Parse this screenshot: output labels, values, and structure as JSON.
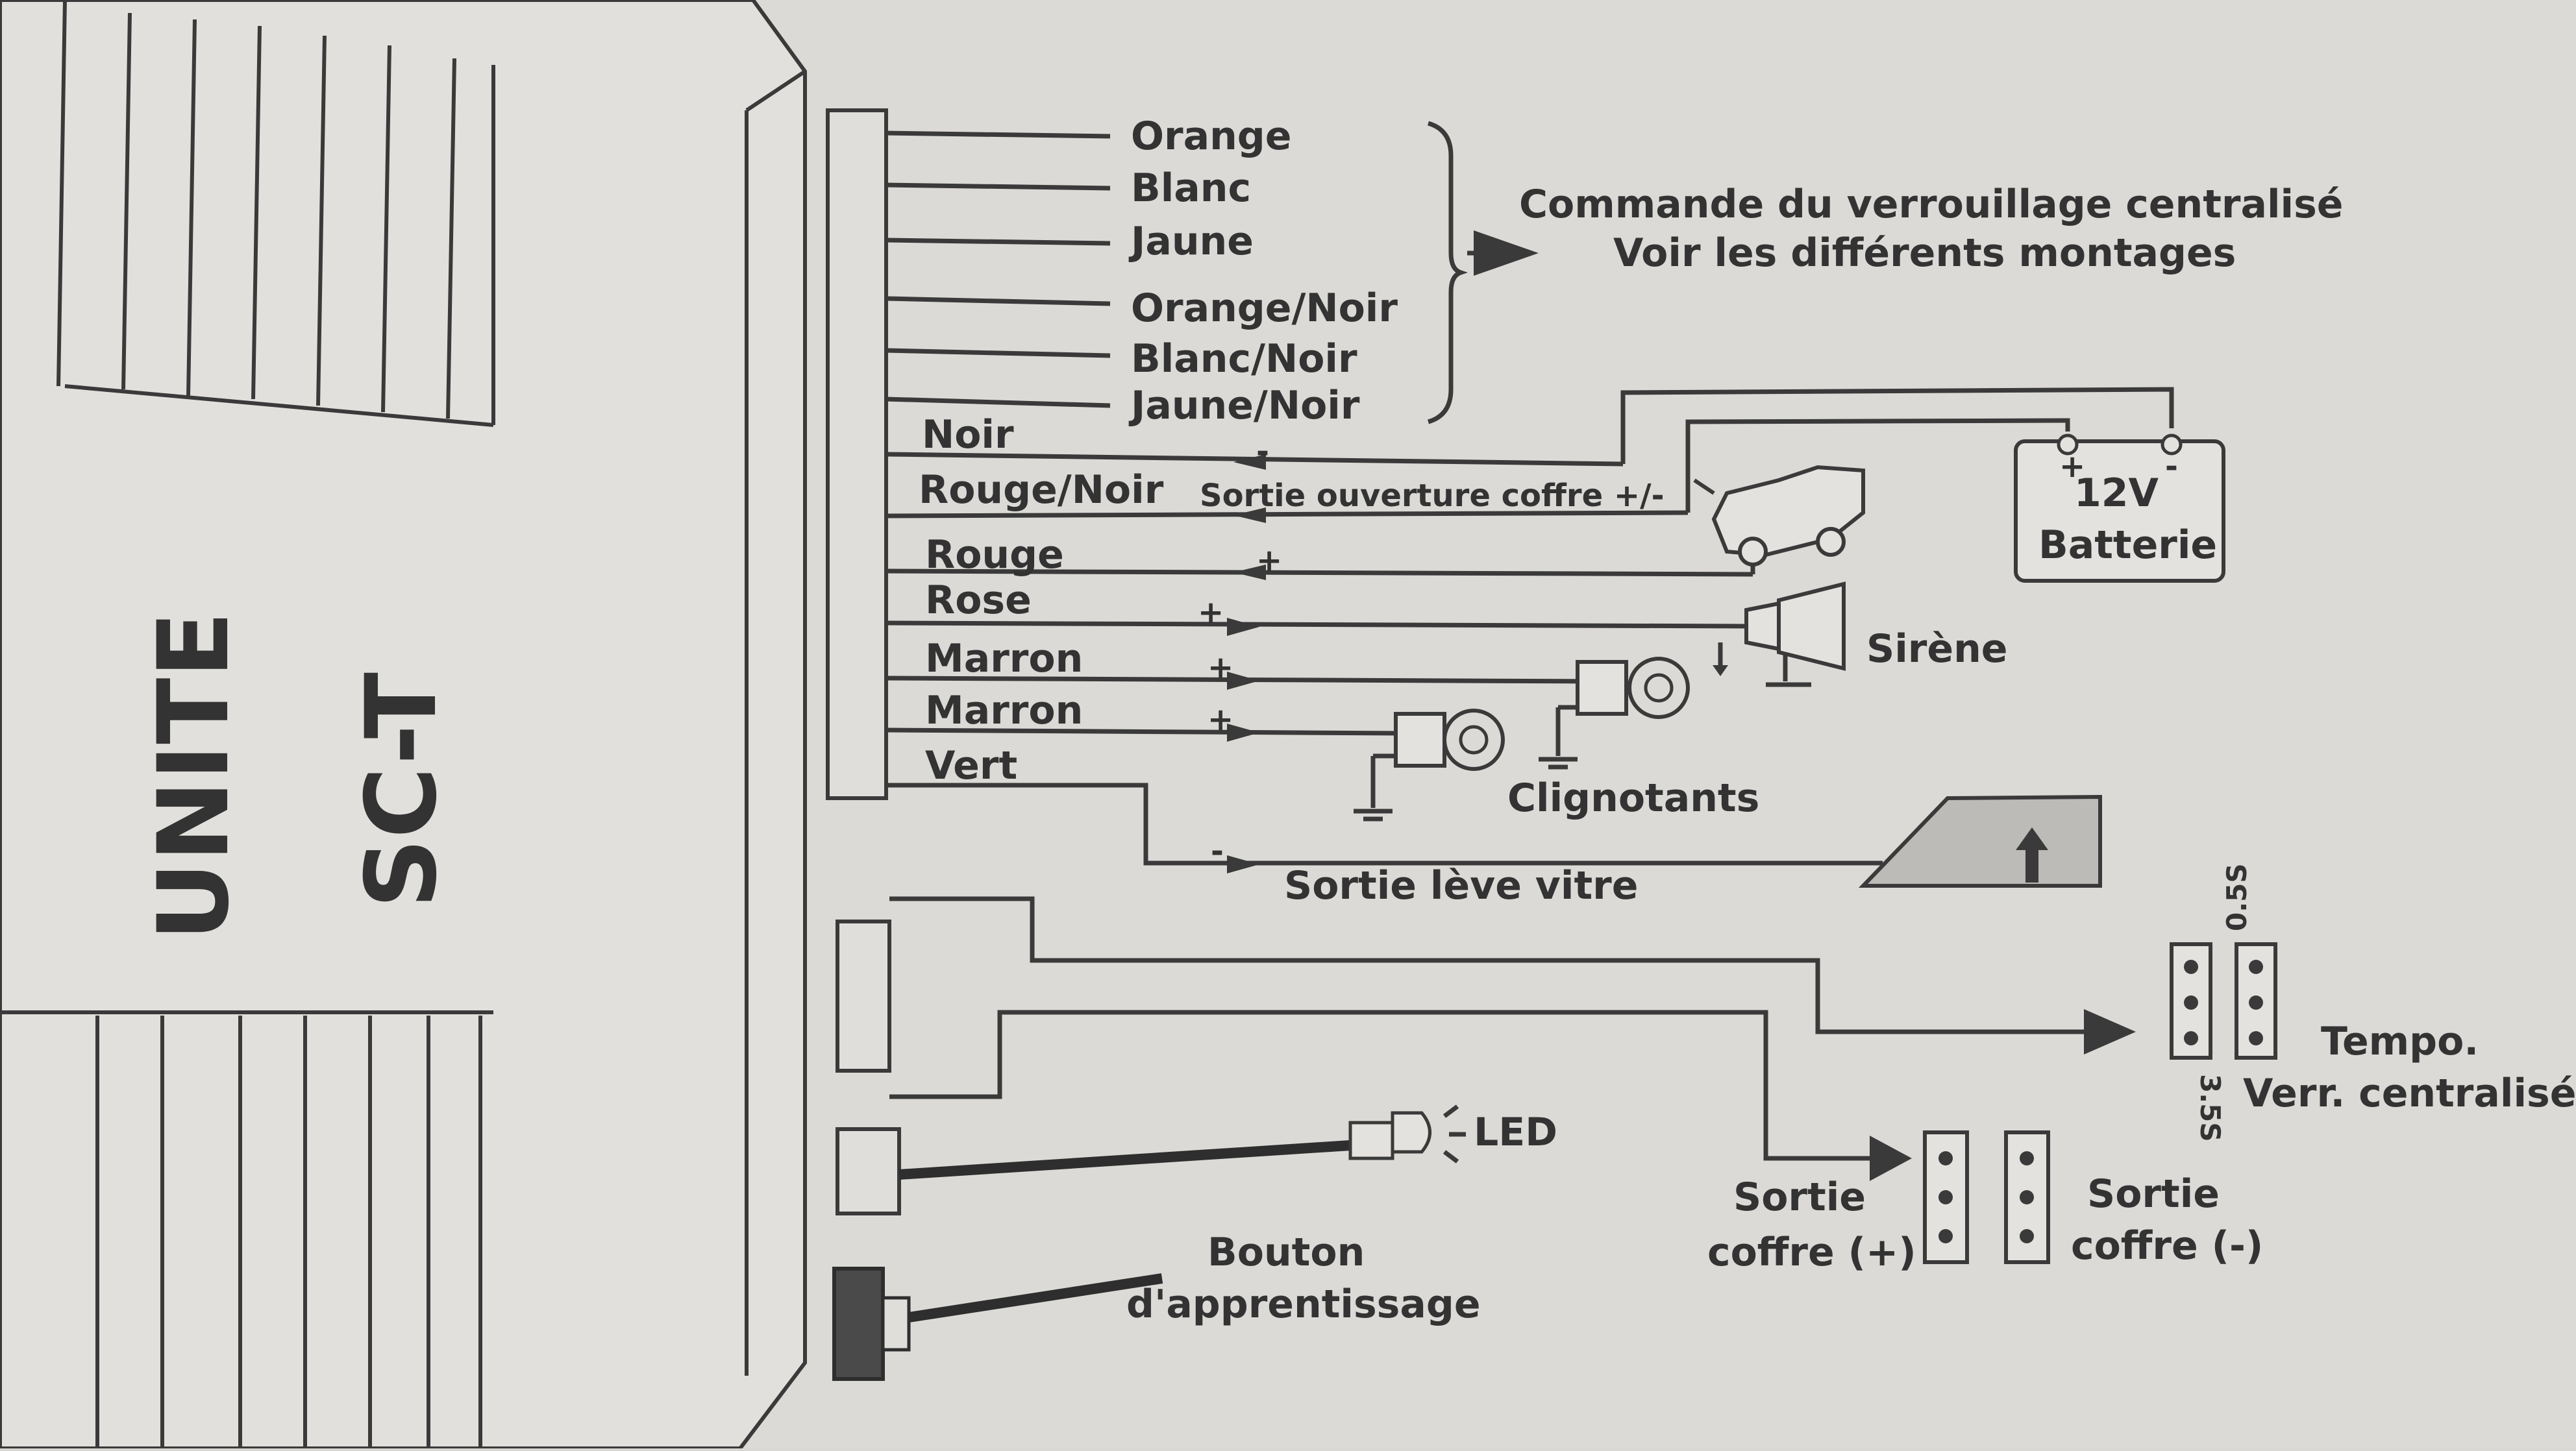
{
  "unit": {
    "line1": "UNITE",
    "line2": "SC-T"
  },
  "wires": [
    {
      "color": "Orange",
      "group": "lock"
    },
    {
      "color": "Blanc",
      "group": "lock"
    },
    {
      "color": "Jaune",
      "group": "lock"
    },
    {
      "color": "Orange/Noir",
      "group": "lock"
    },
    {
      "color": "Blanc/Noir",
      "group": "lock"
    },
    {
      "color": "Jaune/Noir",
      "group": "lock"
    },
    {
      "color": "Noir",
      "sign": "-"
    },
    {
      "color": "Rouge/Noir"
    },
    {
      "color": "Rouge",
      "sign": "+"
    },
    {
      "color": "Rose",
      "sign": "+"
    },
    {
      "color": "Marron",
      "sign": "+"
    },
    {
      "color": "Marron",
      "sign": "+"
    },
    {
      "color": "Vert",
      "sign": "-"
    }
  ],
  "labels": {
    "lock_line1": "Commande du verrouillage centralisé",
    "lock_line2": "Voir les différents montages",
    "trunk_output": "Sortie ouverture coffre +/-",
    "battery_voltage": "12V",
    "battery_name": "Batterie",
    "battery_plus": "+",
    "battery_minus": "-",
    "siren": "Sirène",
    "blinkers": "Clignotants",
    "window_output": "Sortie lève vitre",
    "led": "LED",
    "learn_button_line1": "Bouton",
    "learn_button_line2": "d'apprentissage",
    "tempo_line1": "Tempo.",
    "tempo_line2": "Verr. centralisé",
    "jumper_a": "3.5S",
    "jumper_b": "0.5S",
    "trunk_pos_line1": "Sortie",
    "trunk_pos_line2": "coffre (+)",
    "trunk_neg_line1": "Sortie",
    "trunk_neg_line2": "coffre (-)"
  },
  "icons": [
    "car-icon",
    "battery-icon",
    "siren-icon",
    "blinker-bulb-icon",
    "window-icon",
    "led-icon",
    "ground-icon",
    "jumper-icon"
  ]
}
